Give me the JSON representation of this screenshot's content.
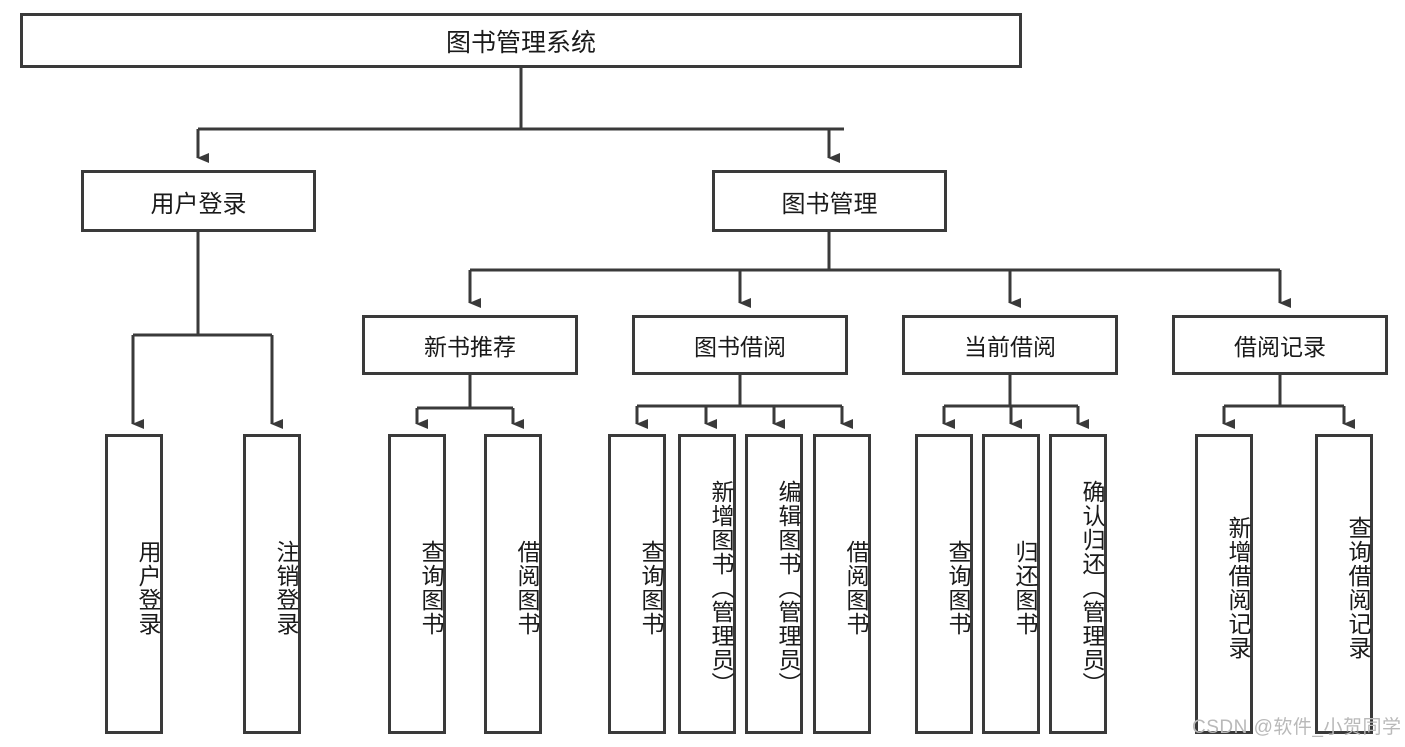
{
  "diagram": {
    "title": "图书管理系统",
    "type": "functional-structure-tree",
    "root": {
      "id": "root",
      "label": "图书管理系统"
    },
    "level2": [
      {
        "id": "user-login",
        "label": "用户登录"
      },
      {
        "id": "book-management",
        "label": "图书管理"
      }
    ],
    "level3": [
      {
        "id": "new-book-recommend",
        "label": "新书推荐",
        "parent": "book-management"
      },
      {
        "id": "book-borrow",
        "label": "图书借阅",
        "parent": "book-management"
      },
      {
        "id": "current-borrow",
        "label": "当前借阅",
        "parent": "book-management"
      },
      {
        "id": "borrow-record",
        "label": "借阅记录",
        "parent": "book-management"
      }
    ],
    "leaves": {
      "user_login": [
        {
          "id": "leaf-user-login",
          "label": "用户登录"
        },
        {
          "id": "leaf-logout-login",
          "label": "注销登录"
        }
      ],
      "new_book_recommend": [
        {
          "id": "leaf-query-book-1",
          "label": "查询图书"
        },
        {
          "id": "leaf-borrow-book-1",
          "label": "借阅图书"
        }
      ],
      "book_borrow": [
        {
          "id": "leaf-query-book-2",
          "label": "查询图书"
        },
        {
          "id": "leaf-add-book",
          "label": "新增图书（管理员）"
        },
        {
          "id": "leaf-edit-book",
          "label": "编辑图书（管理员）"
        },
        {
          "id": "leaf-borrow-book-2",
          "label": "借阅图书"
        }
      ],
      "current_borrow": [
        {
          "id": "leaf-query-book-3",
          "label": "查询图书"
        },
        {
          "id": "leaf-return-book",
          "label": "归还图书"
        },
        {
          "id": "leaf-confirm-return",
          "label": "确认归还（管理员）"
        }
      ],
      "borrow_record": [
        {
          "id": "leaf-add-record",
          "label": "新增借阅记录"
        },
        {
          "id": "leaf-query-record",
          "label": "查询借阅记录"
        }
      ]
    }
  },
  "watermark": {
    "text": "CSDN @软件_小贺同学"
  },
  "colors": {
    "stroke": "#3a3a3a",
    "box_fill": "#ffffff",
    "text": "#1a1a1a",
    "watermark": "#b9b9b9",
    "background": "#ffffff"
  }
}
